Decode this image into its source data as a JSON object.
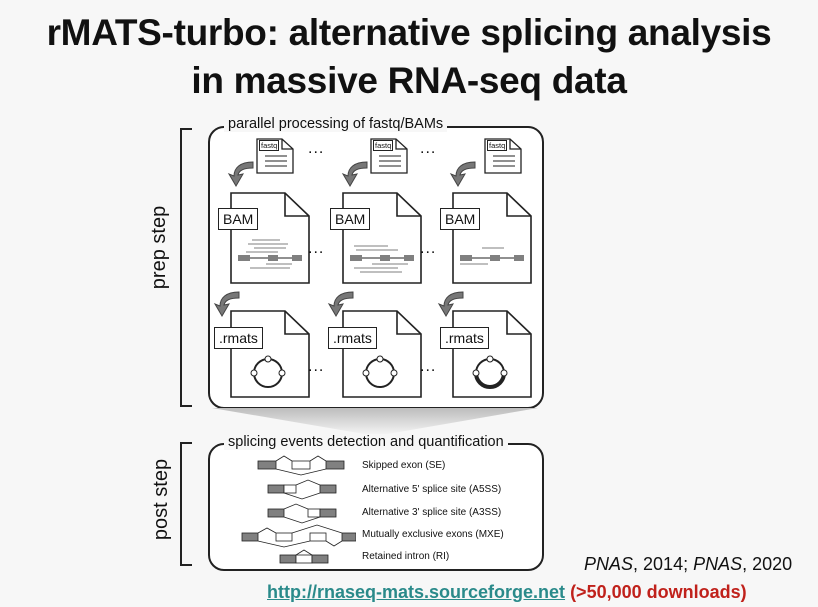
{
  "title": {
    "line1": "rMATS-turbo: alternative splicing analysis",
    "line2": "in massive RNA-seq data"
  },
  "prep": {
    "step_label": "prep step",
    "panel_title": "parallel processing of fastq/BAMs",
    "fastq_label": "fastq",
    "bam_label": "BAM",
    "rmats_label": ".rmats",
    "ellipsis": "..."
  },
  "post": {
    "step_label": "post step",
    "panel_title": "splicing events detection and quantification",
    "events": [
      "Skipped exon (SE)",
      "Alternative 5' splice site (A5SS)",
      "Alternative 3' splice site (A3SS)",
      "Mutually exclusive exons (MXE)",
      "Retained intron (RI)"
    ]
  },
  "citation": {
    "j1": "PNAS",
    "y1": ", 2014; ",
    "j2": "PNAS",
    "y2": ", 2020"
  },
  "footer": {
    "url": "http://rnaseq-mats.sourceforge.net",
    "downloads": "(>50,000 downloads)"
  },
  "colors": {
    "link": "#2a8a8a",
    "downloads": "#c0211b",
    "exon_fill": "#808080"
  }
}
